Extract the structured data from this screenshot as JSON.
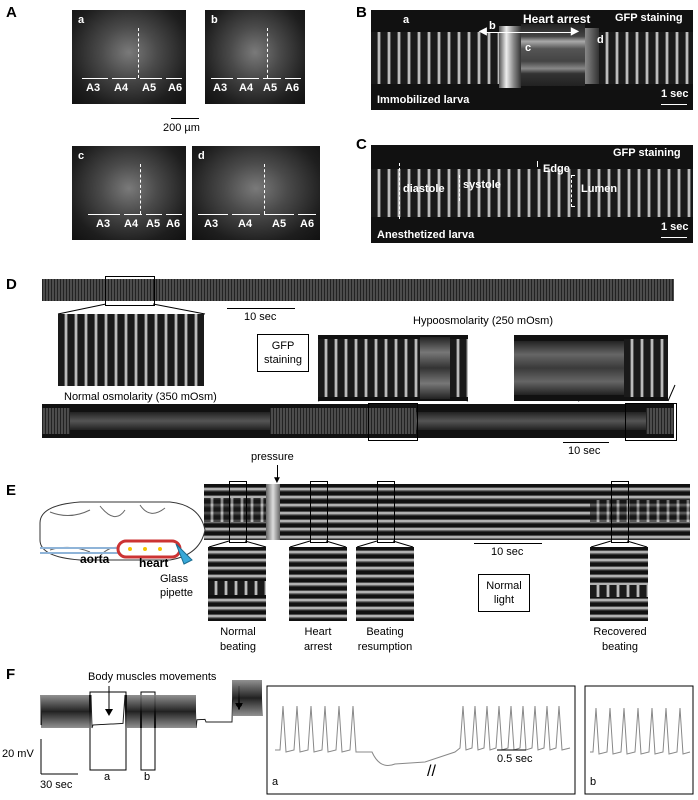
{
  "panel_labels": {
    "A": "A",
    "B": "B",
    "C": "C",
    "D": "D",
    "E": "E",
    "F": "F"
  },
  "panel_a": {
    "sub": [
      "a",
      "b",
      "c",
      "d"
    ],
    "segments": [
      "A3",
      "A4",
      "A5",
      "A6"
    ],
    "scale": "200 µm"
  },
  "panel_b": {
    "letters": [
      "a",
      "b",
      "c",
      "d"
    ],
    "heart_arrest": "Heart arrest",
    "stain": "GFP staining",
    "larva": "Immobilized larva",
    "scale": "1 sec"
  },
  "panel_c": {
    "stain": "GFP staining",
    "edge": "Edge",
    "diastole": "diastole",
    "systole": "systole",
    "lumen": "Lumen",
    "larva": "Anesthetized larva",
    "scale": "1 sec"
  },
  "panel_d": {
    "scale_top": "10 sec",
    "normal": "Normal osmolarity (350 mOsm)",
    "gfp": "GFP staining",
    "hypo": "Hypoosmolarity (250 mOsm)",
    "scale_bottom": "10 sec"
  },
  "panel_e": {
    "pressure": "pressure",
    "aorta": "aorta",
    "heart": "heart",
    "pipette": "Glass pipette",
    "scale": "10 sec",
    "light": "Normal light",
    "normal_beating": "Normal beating",
    "heart_arrest": "Heart arrest",
    "beating_resumption": "Beating resumption",
    "recovered_beating": "Recovered beating"
  },
  "panel_f": {
    "body_muscles": "Body muscles movements",
    "mv": "20 mV",
    "sec30": "30 sec",
    "a": "a",
    "b": "b",
    "half_sec": "0.5 sec",
    "inset_a": "a",
    "inset_b": "b"
  }
}
